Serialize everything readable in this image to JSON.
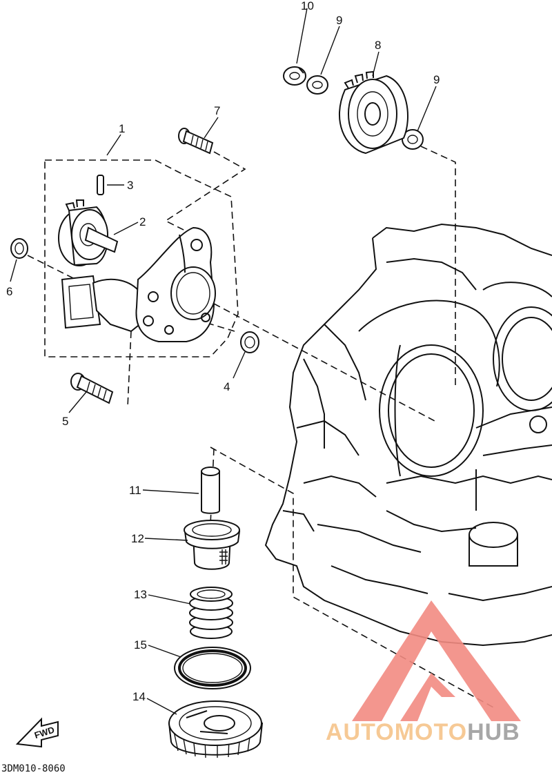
{
  "diagram": {
    "callouts": [
      {
        "id": "c1",
        "label": "1"
      },
      {
        "id": "c2",
        "label": "2"
      },
      {
        "id": "c3",
        "label": "3"
      },
      {
        "id": "c4",
        "label": "4"
      },
      {
        "id": "c5",
        "label": "5"
      },
      {
        "id": "c6",
        "label": "6"
      },
      {
        "id": "c7",
        "label": "7"
      },
      {
        "id": "c8",
        "label": "8"
      },
      {
        "id": "c9a",
        "label": "9"
      },
      {
        "id": "c9b",
        "label": "9"
      },
      {
        "id": "c10",
        "label": "10"
      },
      {
        "id": "c11",
        "label": "11"
      },
      {
        "id": "c12",
        "label": "12"
      },
      {
        "id": "c13",
        "label": "13"
      },
      {
        "id": "c14",
        "label": "14"
      },
      {
        "id": "c15",
        "label": "15"
      }
    ],
    "fwd_label": "FWD",
    "drawing_code": "3DM010-8060"
  },
  "watermark": {
    "text_part1": "AUTOMOTO",
    "text_part2": "HUB",
    "colors": {
      "logo": "#f28b82",
      "part1": "#f6c48a",
      "part2": "#9e9e9e"
    }
  }
}
